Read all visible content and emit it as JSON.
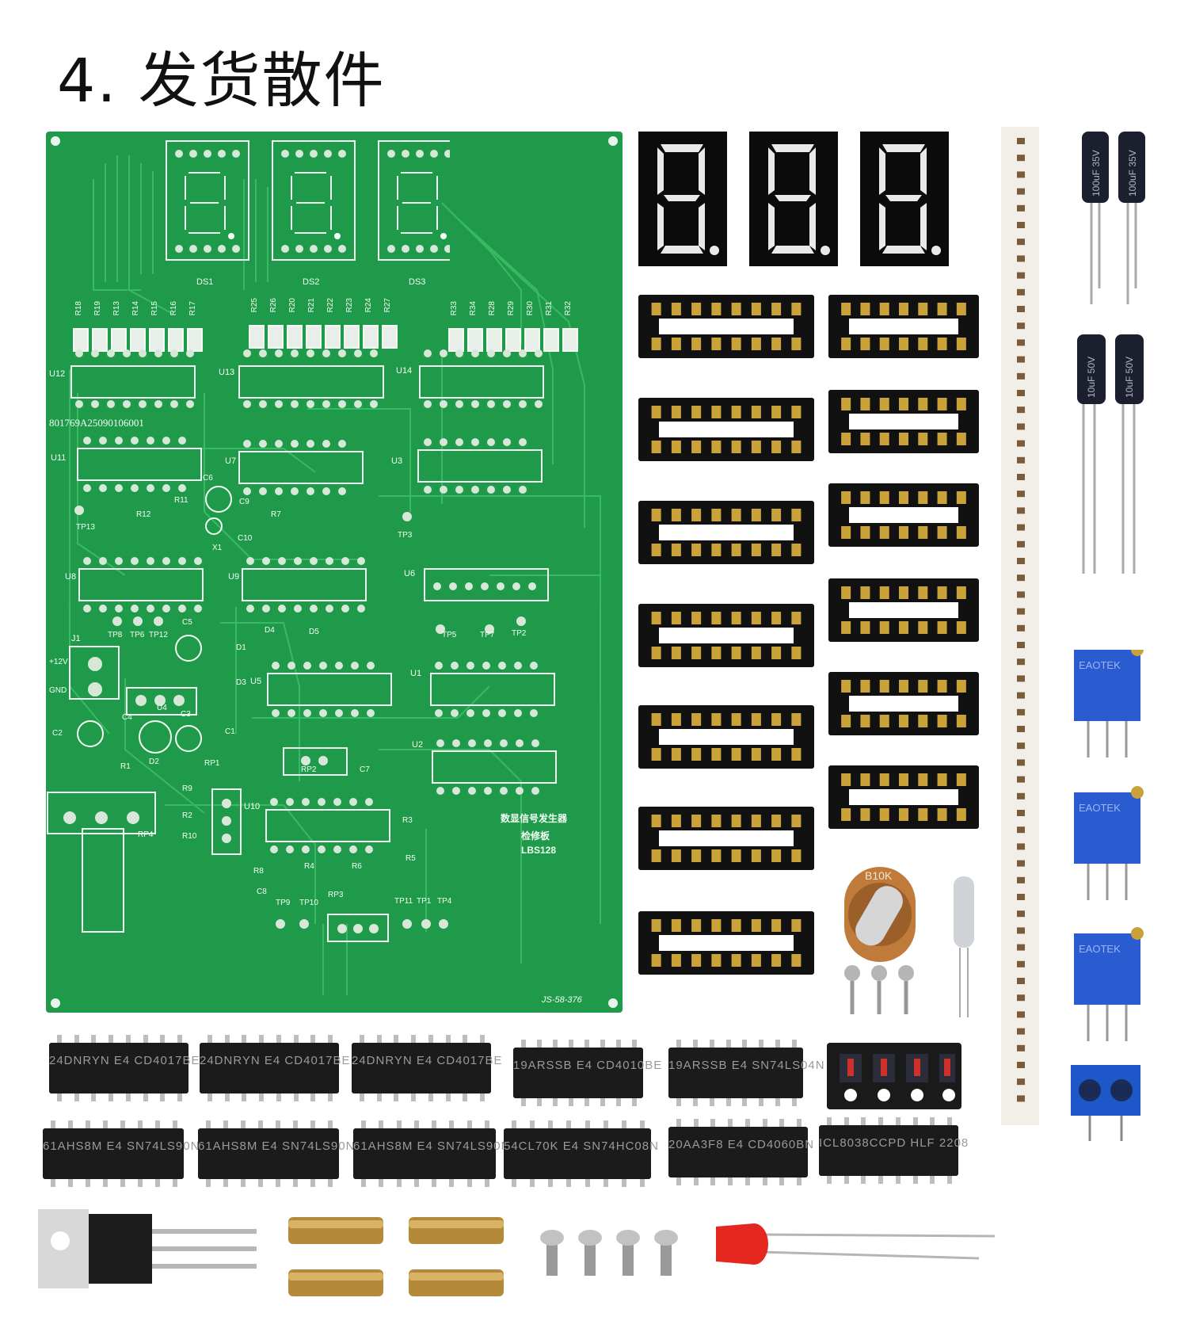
{
  "title": "4. 发货散件",
  "pcb": {
    "digit_labels": [
      "DS1",
      "DS2",
      "DS3"
    ],
    "resistor_group1": [
      "R18",
      "R19",
      "R13",
      "R14",
      "R15",
      "R16",
      "R17"
    ],
    "resistor_group2": [
      "R25",
      "R26",
      "R20",
      "R21",
      "R22",
      "R23",
      "R24",
      "R27"
    ],
    "resistor_group3": [
      "R33",
      "R34",
      "R28",
      "R29",
      "R30",
      "R31",
      "R32"
    ],
    "ic_labels": {
      "u12": "U12",
      "u13": "U13",
      "u14": "U14",
      "u11": "U11",
      "u7": "U7",
      "u3": "U3",
      "u8": "U8",
      "u9": "U9",
      "u6": "U6",
      "u5": "U5",
      "u1": "U1",
      "u2": "U2",
      "u10": "U10",
      "u4": "U4"
    },
    "serial": "801769A25090106001",
    "misc_labels": {
      "c6": "C6",
      "r11": "R11",
      "r12": "R12",
      "c9": "C9",
      "r7": "R7",
      "c10": "C10",
      "x1": "X1",
      "tp13": "TP13",
      "tp3": "TP3",
      "tp8": "TP8",
      "tp6": "TP6",
      "tp12": "TP12",
      "c5": "C5",
      "d4": "D4",
      "d5": "D5",
      "tp5": "TP5",
      "tp7": "TP7",
      "tp2": "TP2",
      "j1": "J1",
      "plus12v": "+12V",
      "gnd": "GND",
      "d1": "D1",
      "d3": "D3",
      "c1": "C1",
      "c2": "C2",
      "c4": "C4",
      "c3": "C3",
      "r1": "R1",
      "d2": "D2",
      "rp1": "RP1",
      "rp2": "RP2",
      "c7": "C7",
      "r9": "R9",
      "r2": "R2",
      "r10": "R10",
      "rp4": "RP4",
      "r3": "R3",
      "r5": "R5",
      "r4": "R4",
      "r6": "R6",
      "r8": "R8",
      "c8": "C8",
      "rp3": "RP3",
      "tp9": "TP9",
      "tp10": "TP10",
      "tp11": "TP11",
      "tp1": "TP1",
      "tp4": "TP4"
    },
    "board_name": "数显信号发生器",
    "board_subtitle": "检修板",
    "board_model": "LBS128",
    "board_code": "JS-58-376"
  },
  "parts": {
    "capacitor_100uf": "100uF 35V",
    "capacitor_10uf": "10uF 50V",
    "potentiometer_label": "B10K",
    "trimmer_brand": "EAOTEK",
    "chips_row1": [
      "24DNRYN E4 CD4017BE",
      "24DNRYN E4 CD4017BE",
      "24DNRYN E4 CD4017BE",
      "19ARSSB E4 CD4010BE",
      "19ARSSB E4 SN74LS04N"
    ],
    "chips_row2": [
      "61AHS8M E4 SN74LS90N",
      "61AHS8M E4 SN74LS90N",
      "61AHS8M E4 SN74LS90N",
      "54CL70K E4 SN74HC08N",
      "20AA3F8 E4 CD4060BN",
      "ICL8038CCPD HLF 2208"
    ]
  },
  "colors": {
    "pcb_green": "#1f9a4a",
    "silk_white": "#f4fff4",
    "socket_black": "#111111",
    "trimmer_blue": "#2a5bd1",
    "led_red": "#e5281f",
    "brass": "#b48a3a"
  }
}
